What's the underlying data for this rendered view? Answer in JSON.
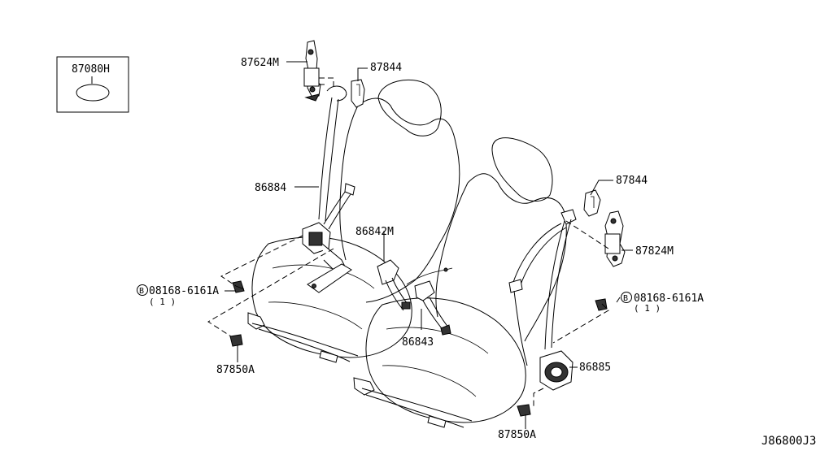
{
  "labels": {
    "p87080h": "87080H",
    "p87624m": "87624M",
    "p87844_left": "87844",
    "p86884": "86884",
    "p86842m": "86842M",
    "p08168_left": "08168-6161A",
    "p08168_left_qty": "( 1 )",
    "p87850a_left": "87850A",
    "p86843": "86843",
    "p87844_right": "87844",
    "p87824m": "87824M",
    "p08168_right": "08168-6161A",
    "p08168_right_qty": "( 1 )",
    "p86885": "86885",
    "p87850a_right": "87850A",
    "bolt_symbol": "B",
    "diagram_code": "J86800J3"
  }
}
